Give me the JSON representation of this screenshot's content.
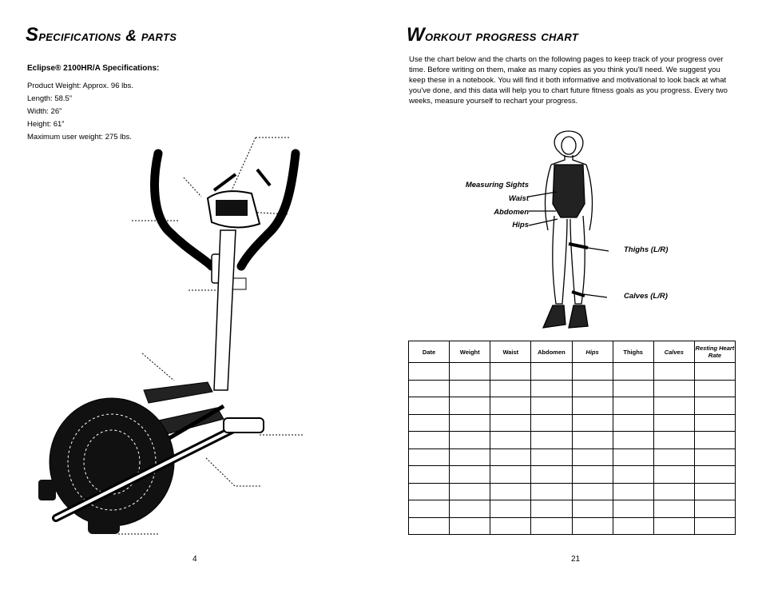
{
  "left_page": {
    "title_cap": "S",
    "title_rest": "pecifications & parts",
    "spec_heading": "Eclipse® 2100HR/A Specifications:",
    "specs": [
      "Product Weight: Approx. 96 lbs.",
      "Length: 58.5”",
      "Width: 26”",
      "Height: 61”",
      "Maximum user weight: 275 lbs."
    ],
    "page_number": "4"
  },
  "right_page": {
    "title_cap": "W",
    "title_rest": "orkout progress chart",
    "intro": "Use the chart below and the charts on the following pages to keep track of your progress over time. Before writing on them, make as many copies as you think you'll need. We suggest you keep these in a notebook. You will find it both informative and motivational to look back at what you've done, and this data will help you to chart future fitness goals as you progress. Every two weeks, measure yourself to rechart your progress.",
    "figure_labels": {
      "measuring_sights": "Measuring Sights",
      "waist": "Waist",
      "abdomen": "Abdomen",
      "hips": "Hips",
      "thighs": "Thighs (L/R)",
      "calves": "Calves (L/R)"
    },
    "table": {
      "headers": [
        "Date",
        "Weight",
        "Waist",
        "Abdomen",
        "Hips",
        "Thighs",
        "Calves",
        "Resting Heart Rate"
      ]
    },
    "page_number": "21"
  }
}
